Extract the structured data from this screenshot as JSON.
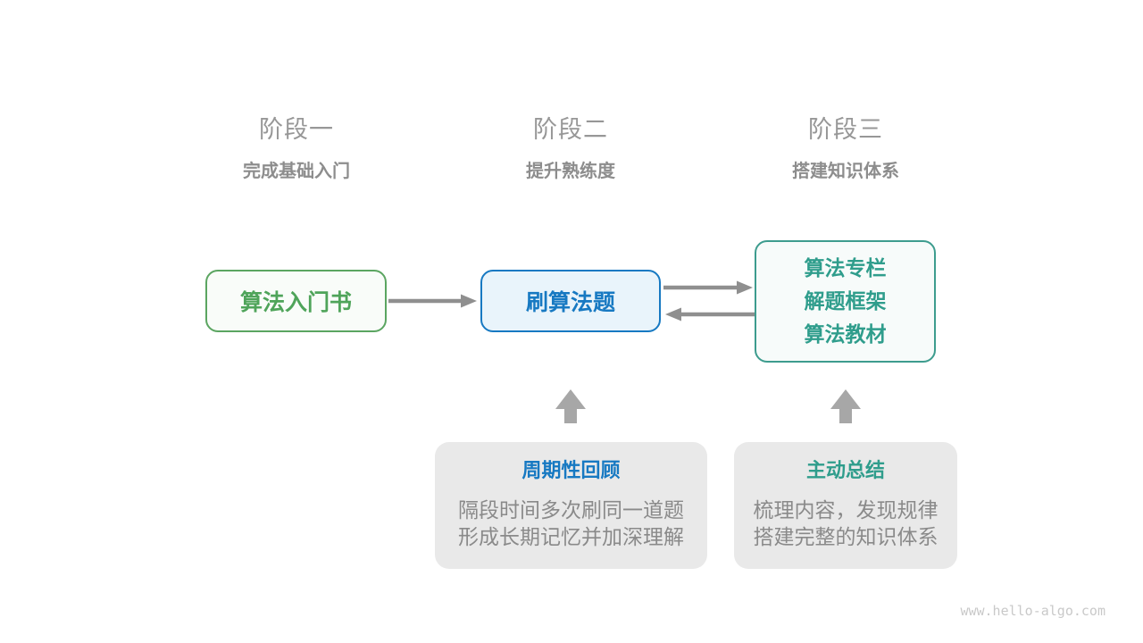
{
  "phases": [
    {
      "label": "阶段一",
      "subtitle": "完成基础入门"
    },
    {
      "label": "阶段二",
      "subtitle": "提升熟练度"
    },
    {
      "label": "阶段三",
      "subtitle": "搭建知识体系"
    }
  ],
  "nodes": {
    "intro_book": {
      "label": "算法入门书"
    },
    "practice": {
      "label": "刷算法题"
    },
    "resources": {
      "lines": [
        "算法专栏",
        "解题框架",
        "算法教材"
      ]
    }
  },
  "notes": {
    "review": {
      "title": "周期性回顾",
      "lines": [
        "隔段时间多次刷同一道题",
        "形成长期记忆并加深理解"
      ]
    },
    "summary": {
      "title": "主动总结",
      "lines": [
        "梳理内容，发现规律",
        "搭建完整的知识体系"
      ]
    }
  },
  "watermark": "www.hello-algo.com",
  "colors": {
    "green": "#4fa45a",
    "green_border": "#5ba561",
    "green_bg": "#f9fcf9",
    "blue": "#1779c2",
    "blue_border": "#1779c2",
    "blue_bg": "#e9f4fb",
    "teal": "#2f9d8c",
    "teal_border": "#3d9c8e",
    "teal_bg": "#f7fbfa",
    "heading_gray": "#979797",
    "subtitle_gray": "#8d8d8d",
    "body_gray": "#8a8a8a",
    "note_bg": "#e9e9e9",
    "arrow_gray": "#8f8f8f",
    "block_arrow_gray": "#a7a7a7",
    "watermark_gray": "#c9c9c9"
  }
}
